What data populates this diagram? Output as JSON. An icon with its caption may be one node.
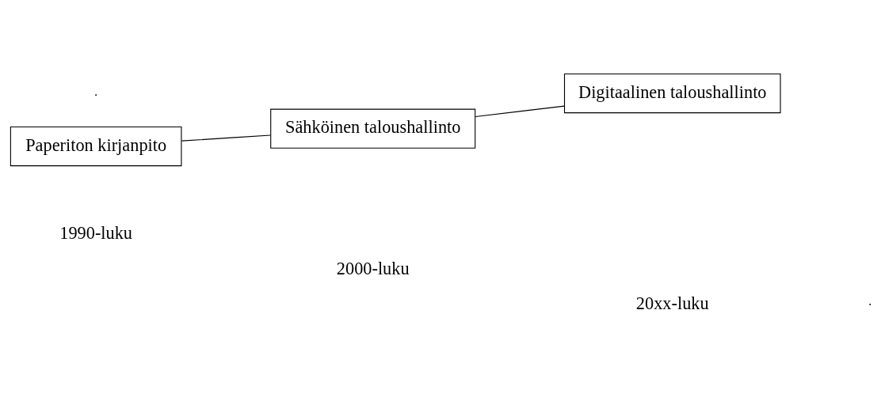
{
  "diagram": {
    "nodes": [
      {
        "text": [
          "Paperiton kirjanpito"
        ]
      },
      {
        "text": [
          "Sähköinen taloushallinto"
        ]
      },
      {
        "text": [
          "Digitaalinen taloushallinto"
        ]
      }
    ],
    "edges": [
      {
        "from": 0,
        "to": 1,
        "arrow": "none"
      },
      {
        "from": 1,
        "to": 2,
        "arrow": "none"
      }
    ],
    "labels": [
      "1990-luku",
      "2000-luku",
      "20xx-luku"
    ]
  }
}
